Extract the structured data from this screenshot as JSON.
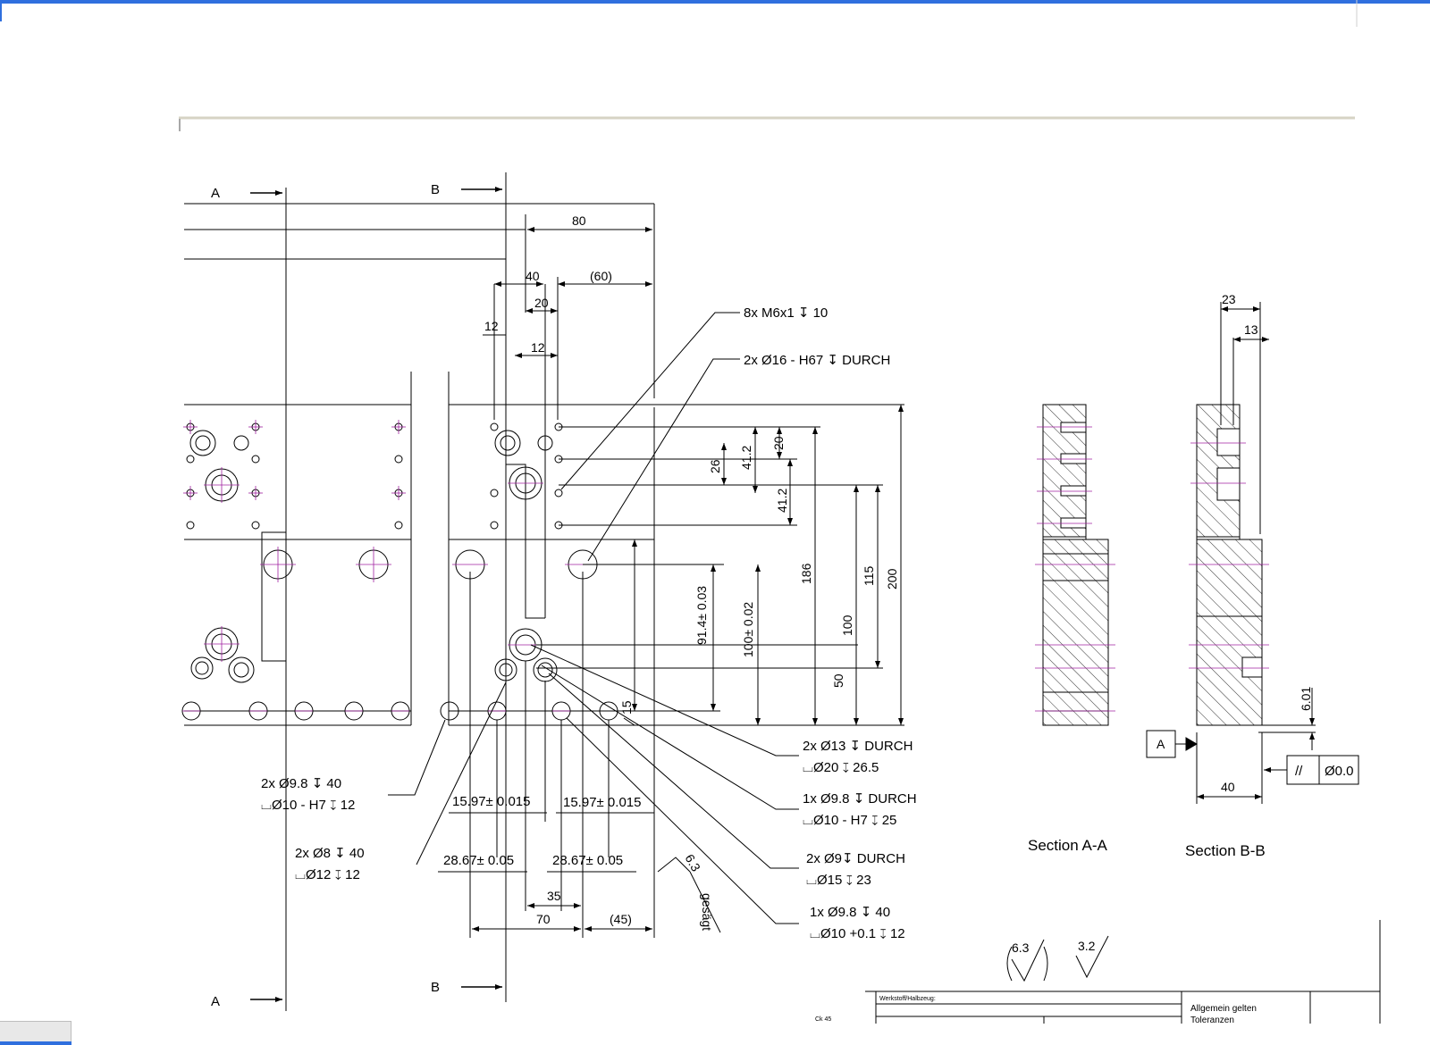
{
  "labels": {
    "sec_a_top": "A",
    "sec_b_top": "B",
    "sec_a_bottom": "A",
    "sec_b_bottom": "B",
    "datum_a": "A",
    "dim_80": "80",
    "dim_40": "40",
    "dim_60": "(60)",
    "dim_20": "20",
    "dim_12a": "12",
    "dim_12b": "12",
    "callout_m6": "8x M6x1 ↧ 10",
    "callout_d16": "2x Ø16 - H67 ↧ DURCH",
    "dim_20v": "20",
    "dim_26": "26",
    "dim_412a": "41.2",
    "dim_412b": "41.2",
    "dim_186": "186",
    "dim_115": "115",
    "dim_200": "200",
    "dim_914": "91.4± 0.03",
    "dim_100tol": "100± 0.02",
    "dim_100": "100",
    "dim_50": "50",
    "dim_15": "15",
    "c13_a": "2x Ø13 ↧ DURCH",
    "c13_b": "⌴Ø20 ↧ 26.5",
    "c98d_a": "1x Ø9.8 ↧ DURCH",
    "c98d_b": "⌴Ø10 - H7 ↧ 25",
    "c9_a": "2x Ø9↧ DURCH",
    "c9_b": "⌴Ø15 ↧ 23",
    "c9840_a": "1x Ø9.8 ↧ 40",
    "c9840_b": "⌴Ø10 +0.1 ↧ 12",
    "l98_a": "2x Ø9.8 ↧ 40",
    "l98_b": "⌴Ø10 - H7 ↧ 12",
    "l8_a": "2x Ø8 ↧ 40",
    "l8_b": "⌴Ø12 ↧ 12",
    "dim_1597a": "15.97± 0.015",
    "dim_1597b": "15.97± 0.015",
    "dim_2867a": "28.67± 0.05",
    "dim_2867b": "28.67± 0.05",
    "dim_35": "35",
    "dim_70": "70",
    "dim_45": "(45)",
    "rough_63": "6.3",
    "rough_gesagt": "gesägt",
    "sec_aa": "Section A-A",
    "sec_bb": "Section B-B",
    "dim_23": "23",
    "dim_13": "13",
    "dim_601": "6.01",
    "dim_40b": "40",
    "tol_parallel": "//",
    "tol_value": "Ø0.0",
    "surf_63": "6.3",
    "surf_32": "3.2",
    "tb_material": "Werkstoff/Halbzeug:",
    "tb_tol1": "Allgemein gelten",
    "tb_tol2": "Toleranzen",
    "tb_ck": "Ck 45"
  }
}
